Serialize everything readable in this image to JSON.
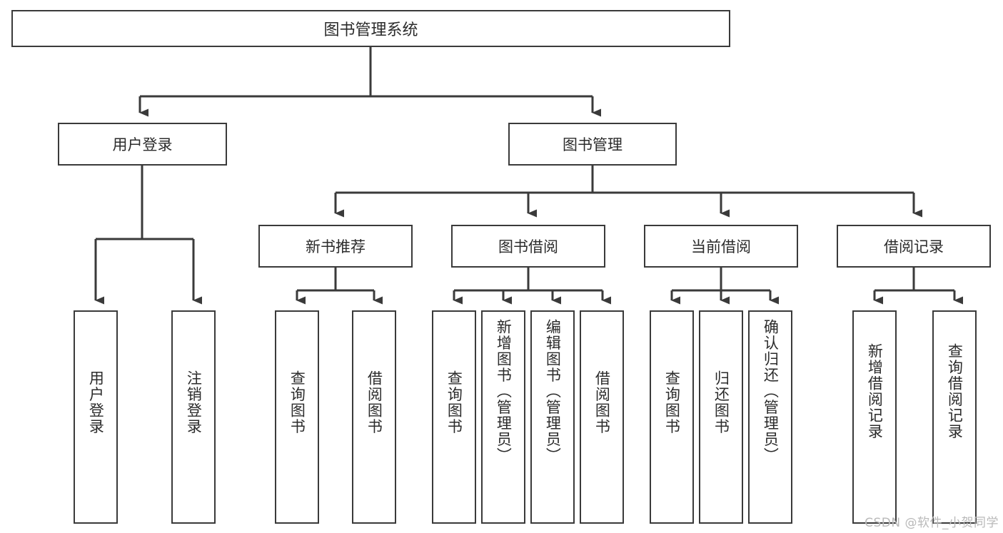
{
  "diagram": {
    "title": "图书管理系统",
    "type": "tree",
    "watermark": "CSDN @软件_小贺同学",
    "colors": {
      "background": "#ffffff",
      "box_border": "#3a3a3a",
      "box_fill": "#ffffff",
      "text": "#2b2b2b",
      "connector": "#3a3a3a",
      "watermark": "#b9b9b9"
    },
    "root": {
      "label": "图书管理系统"
    },
    "level2": [
      {
        "label": "用户登录"
      },
      {
        "label": "图书管理"
      }
    ],
    "level3": [
      {
        "label": "新书推荐"
      },
      {
        "label": "图书借阅"
      },
      {
        "label": "当前借阅"
      },
      {
        "label": "借阅记录"
      }
    ],
    "leaves": {
      "user_login": [
        {
          "label": "用户登录"
        },
        {
          "label": "注销登录"
        }
      ],
      "new_book_recommend": [
        {
          "label": "查询图书"
        },
        {
          "label": "借阅图书"
        }
      ],
      "book_borrow": [
        {
          "label": "查询图书"
        },
        {
          "label": "新增图书（管理员）"
        },
        {
          "label": "编辑图书（管理员）"
        },
        {
          "label": "借阅图书"
        }
      ],
      "current_borrow": [
        {
          "label": "查询图书"
        },
        {
          "label": "归还图书"
        },
        {
          "label": "确认归还（管理员）"
        }
      ],
      "borrow_record": [
        {
          "label": "新增借阅记录"
        },
        {
          "label": "查询借阅记录"
        }
      ]
    }
  }
}
